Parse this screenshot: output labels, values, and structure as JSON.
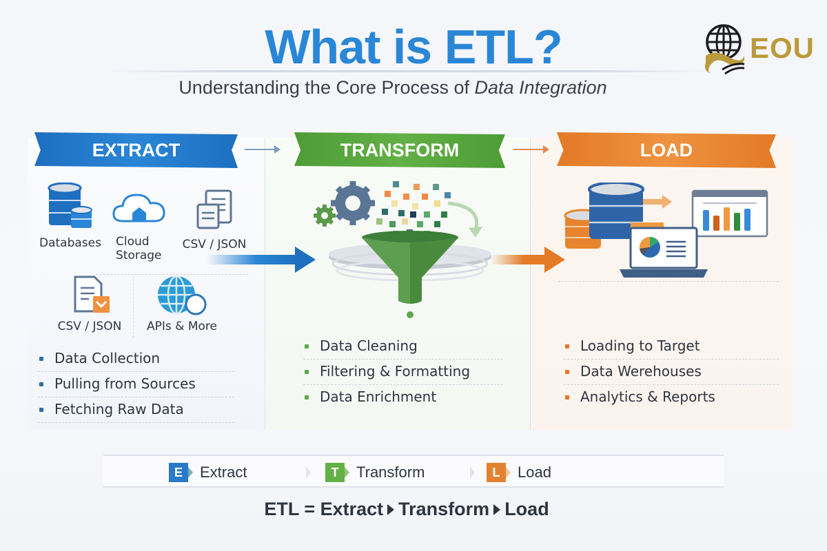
{
  "header": {
    "title": "What is ETL?",
    "subtitle_prefix": "Understanding the Core Process of ",
    "subtitle_emphasis": "Data Integration",
    "logo_text": "EOU"
  },
  "colors": {
    "extract": "#2a86d6",
    "transform": "#62b046",
    "load": "#ef9240",
    "title": "#2a86d6",
    "logo_gold": "#bb9a3a",
    "text": "#2f3440"
  },
  "extract": {
    "banner": "EXTRACT",
    "sources": [
      {
        "icon": "database-icon",
        "label": "Databases"
      },
      {
        "icon": "cloud-storage-icon",
        "label_line1": "Cloud",
        "label_line2": "Storage"
      },
      {
        "icon": "documents-icon",
        "label": "CSV / JSON"
      },
      {
        "icon": "file-download-icon",
        "label": "CSV / JSON"
      },
      {
        "icon": "globe-api-icon",
        "label": "APIs & More"
      }
    ],
    "bullets": [
      "Data Collection",
      "Pulling from Sources",
      "Fetching Raw Data"
    ]
  },
  "transform": {
    "banner": "TRANSFORM",
    "illustration": "funnel-gears-icon",
    "bullets": [
      "Data Cleaning",
      "Filtering & Formatting",
      "Data Enrichment"
    ]
  },
  "load": {
    "banner": "LOAD",
    "illustration": "warehouse-dashboard-icon",
    "bullets": [
      "Loading to Target",
      "Data Werehouses",
      "Analytics & Reports"
    ]
  },
  "legend": [
    {
      "letter": "E",
      "label": "Extract"
    },
    {
      "letter": "T",
      "label": "Transform"
    },
    {
      "letter": "L",
      "label": "Load"
    }
  ],
  "formula": {
    "prefix": "ETL = Extract",
    "middle": "Transform",
    "end": "Load"
  }
}
